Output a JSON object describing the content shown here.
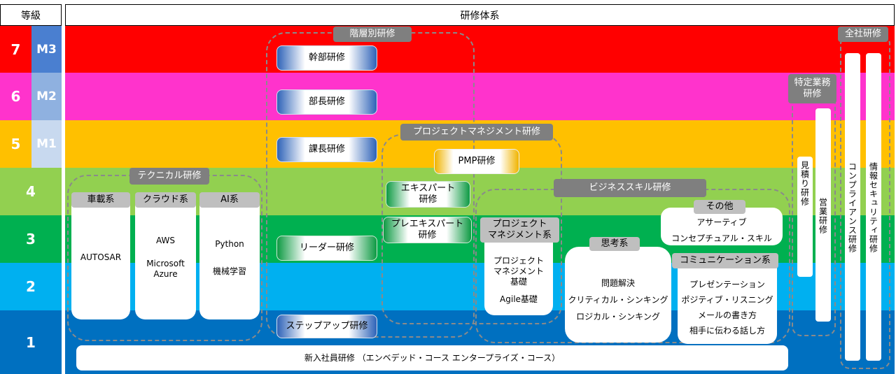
{
  "header": {
    "grade_title": "等級",
    "system_title": "研修体系"
  },
  "grades": [
    {
      "num": "7",
      "m": "M3",
      "color": "#ff0000"
    },
    {
      "num": "6",
      "m": "M2",
      "color": "#ff33cc"
    },
    {
      "num": "5",
      "m": "M1",
      "color": "#ffc000"
    },
    {
      "num": "4",
      "m": "",
      "color": "#92d050"
    },
    {
      "num": "3",
      "m": "",
      "color": "#00b050"
    },
    {
      "num": "2",
      "m": "",
      "color": "#00b0f0"
    },
    {
      "num": "1",
      "m": "",
      "color": "#0070c0"
    }
  ],
  "m_colors": {
    "M3": "#4a7fd0",
    "M2": "#8fb1e0",
    "M1": "#c8d9ef"
  },
  "kaisou": {
    "label": "階層別研修",
    "items": [
      "幹部研修",
      "部長研修",
      "課長研修",
      "リーダー研修",
      "ステップアップ研修"
    ]
  },
  "pm": {
    "label": "プロジェクトマネジメント研修",
    "pmp": "PMP研修",
    "expert": "エキスパート\n研修",
    "preexpert": "プレエキスパート\n研修"
  },
  "technical": {
    "label": "テクニカル研修",
    "cols": [
      {
        "title": "車載系",
        "items": [
          "AUTOSAR"
        ]
      },
      {
        "title": "クラウド系",
        "items": [
          "AWS",
          "Microsoft\nAzure"
        ]
      },
      {
        "title": "AI系",
        "items": [
          "Python",
          "機械学習"
        ]
      }
    ]
  },
  "business": {
    "label": "ビジネススキル研修",
    "pm_title": "プロジェクト\nマネジメント系",
    "pm_items": [
      "プロジェクト\nマネジメント\n基礎",
      "Agile基礎"
    ],
    "shikou_title": "思考系",
    "shikou_items": [
      "問題解決",
      "クリティカル・シンキング",
      "ロジカル・シンキング"
    ],
    "other_title": "その他",
    "other_items": [
      "アサーティブ",
      "コンセプチュアル・スキル"
    ],
    "comm_title": "コミュニケーション系",
    "comm_items": [
      "プレゼンテーション",
      "ポジティブ・リスニング",
      "メールの書き方",
      "相手に伝わる話し方"
    ]
  },
  "tokutei": {
    "label": "特定業務\n研修",
    "items": [
      "見積り研修",
      "営業研修"
    ]
  },
  "zensha": {
    "label": "全社研修",
    "items": [
      "コンプライアンス研修",
      "情報セキュリティ研修"
    ]
  },
  "shinnyu": "新入社員研修 （エンベデッド・コース エンタープライズ・コース）"
}
